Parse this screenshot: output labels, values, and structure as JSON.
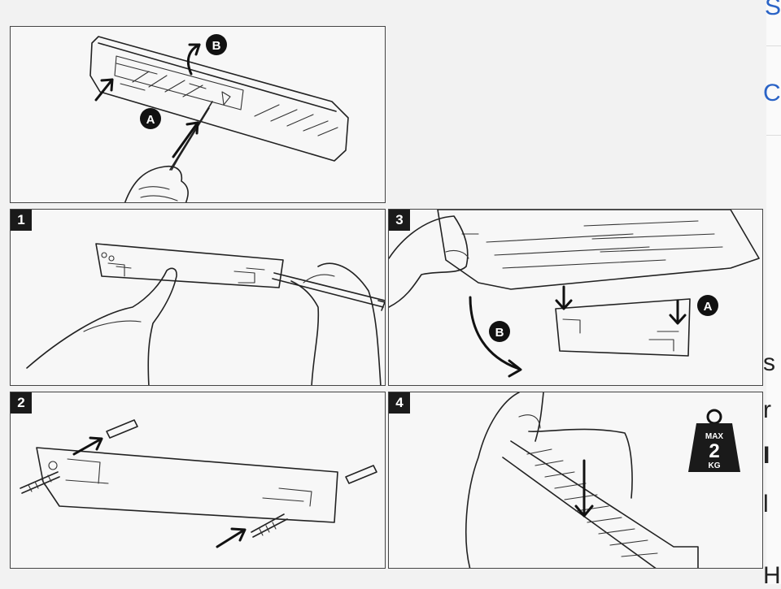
{
  "panels": {
    "overview": {
      "markers": {
        "a": "A",
        "b": "B"
      }
    },
    "step1": {
      "number": "1"
    },
    "step2": {
      "number": "2"
    },
    "step3": {
      "number": "3",
      "markers": {
        "a": "A",
        "b": "B"
      }
    },
    "step4": {
      "number": "4"
    }
  },
  "weight_icon": {
    "top": "MAX",
    "value": "2",
    "unit": "KG"
  },
  "right_edge": {
    "fragments": [
      "S",
      "C",
      "s",
      "r",
      "I",
      "l",
      "H"
    ]
  },
  "colors": {
    "ink": "#222222",
    "panel_bg": "#f7f7f7",
    "link_blue": "#2a63c6"
  }
}
